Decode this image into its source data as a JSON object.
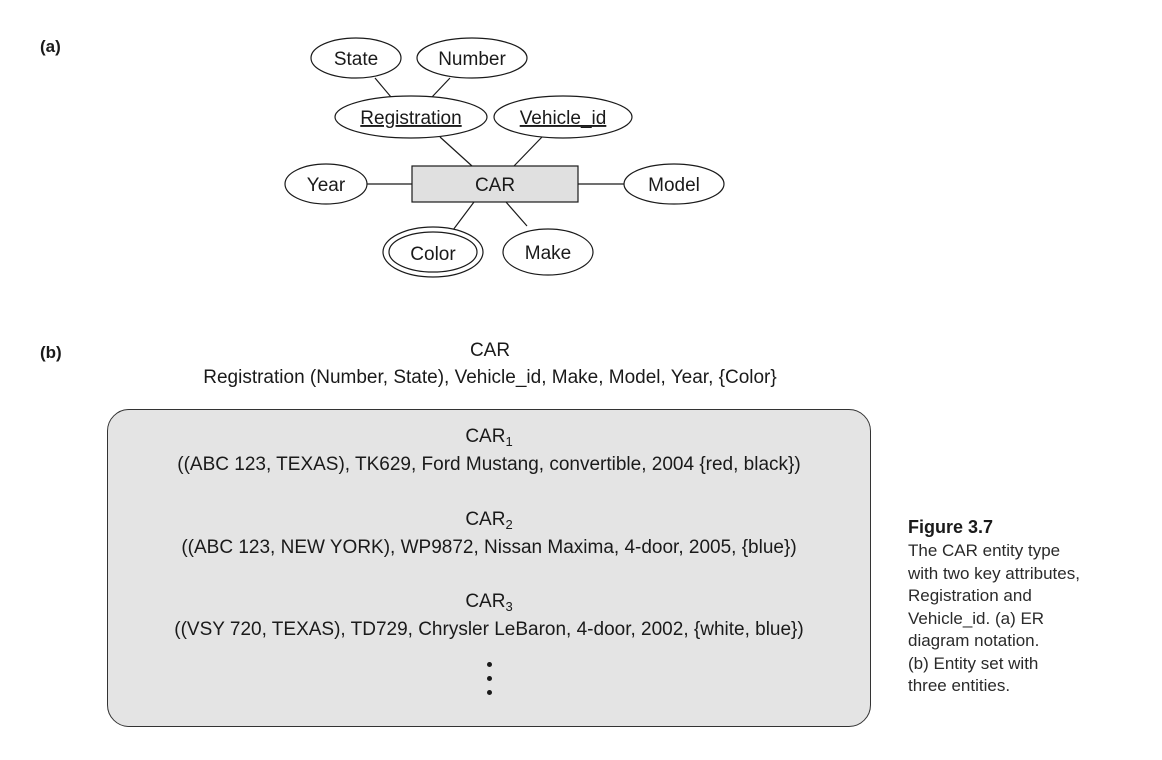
{
  "part_a_label": "(a)",
  "part_b_label": "(b)",
  "er_diagram": {
    "entity": "CAR",
    "attributes": {
      "state": "State",
      "number": "Number",
      "registration": "Registration",
      "vehicle_id": "Vehicle_id",
      "year": "Year",
      "model": "Model",
      "color": "Color",
      "make": "Make"
    }
  },
  "entity_set": {
    "schema_name": "CAR",
    "schema_attributes": "Registration (Number, State), Vehicle_id, Make, Model, Year, {Color}",
    "entities": [
      {
        "name": "CAR",
        "subscript": "1",
        "values": "((ABC 123, TEXAS), TK629, Ford Mustang, convertible, 2004 {red, black})"
      },
      {
        "name": "CAR",
        "subscript": "2",
        "values": "((ABC 123, NEW YORK), WP9872, Nissan Maxima, 4-door, 2005, {blue})"
      },
      {
        "name": "CAR",
        "subscript": "3",
        "values": "((VSY 720, TEXAS), TD729, Chrysler LeBaron, 4-door, 2002, {white, blue})"
      }
    ]
  },
  "caption": {
    "title": "Figure 3.7",
    "lines": [
      "The CAR entity type",
      "with two key attributes,",
      "Registration and",
      "Vehicle_id. (a) ER",
      "diagram notation.",
      "(b) Entity set with",
      "three entities."
    ]
  }
}
